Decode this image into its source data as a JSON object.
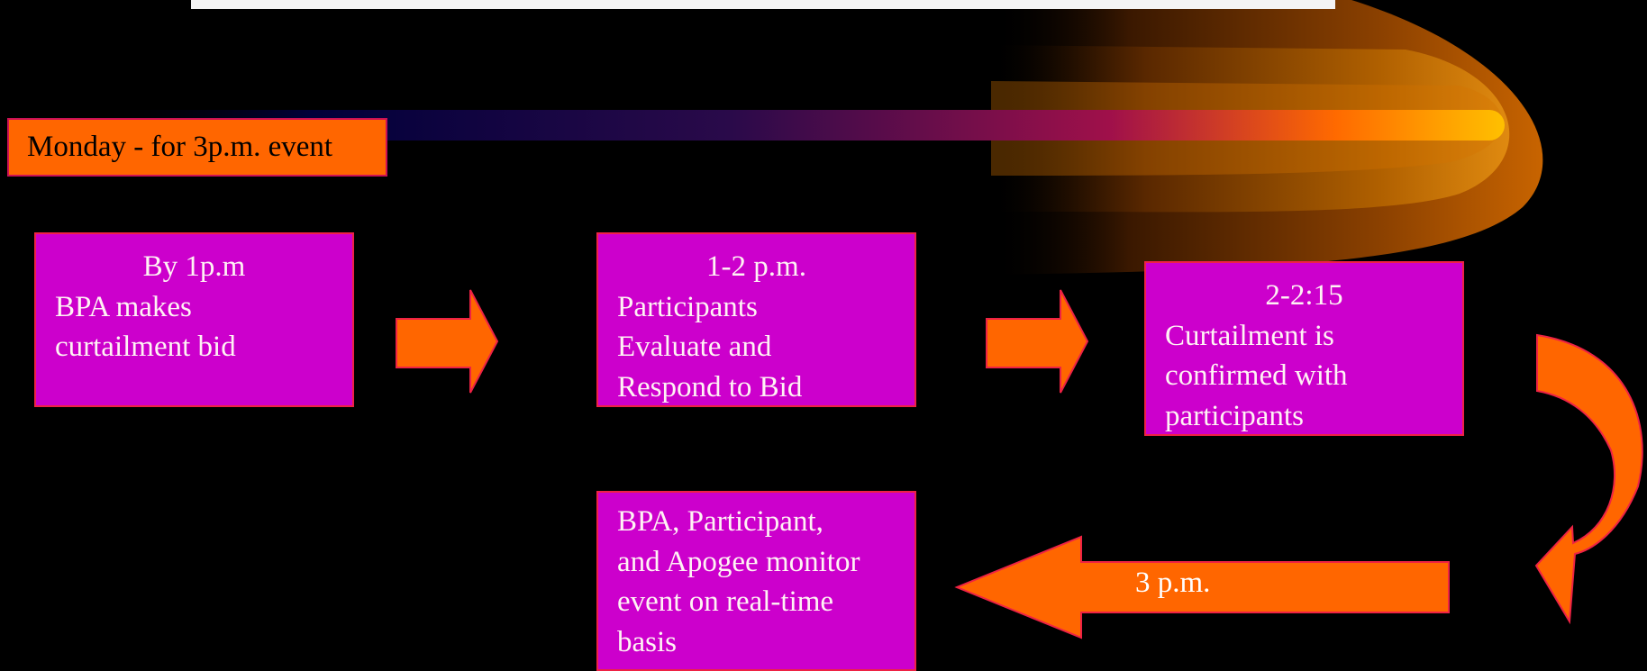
{
  "header": {
    "label": "Monday - for 3p.m. event"
  },
  "steps": [
    {
      "time": "By 1p.m",
      "description": "BPA makes\ncurtailment bid"
    },
    {
      "time": "1-2 p.m.",
      "description": "Participants\nEvaluate and\nRespond to Bid"
    },
    {
      "time": "2-2:15",
      "description": "Curtailment is\nconfirmed with\nparticipants"
    },
    {
      "time": "",
      "description": "BPA, Participant,\nand Apogee monitor\nevent on real-time\nbasis"
    }
  ],
  "arrows": {
    "final_label": "3 p.m."
  },
  "colors": {
    "background": "#000000",
    "box_fill": "#cc00cc",
    "box_border": "#ee2244",
    "arrow_fill": "#ff6600",
    "label_fill": "#ff6600"
  }
}
